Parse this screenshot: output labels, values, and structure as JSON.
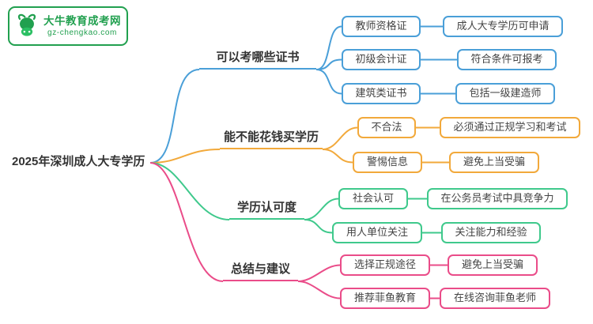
{
  "logo": {
    "title": "大牛教育成考网",
    "subtitle": "gz-chengkao.com",
    "icon": "bull-icon",
    "color": "#21a04f"
  },
  "root": {
    "label": "2025年深圳成人大专学历"
  },
  "branches": [
    {
      "label": "可以考哪些证书",
      "color": "#4a9fd8",
      "children": [
        {
          "label": "教师资格证",
          "leaf": "成人大专学历可申请"
        },
        {
          "label": "初级会计证",
          "leaf": "符合条件可报考"
        },
        {
          "label": "建筑类证书",
          "leaf": "包括一级建造师"
        }
      ]
    },
    {
      "label": "能不能花钱买学历",
      "color": "#f2a93b",
      "children": [
        {
          "label": "不合法",
          "leaf": "必须通过正规学习和考试"
        },
        {
          "label": "警惕信息",
          "leaf": "避免上当受骗"
        }
      ]
    },
    {
      "label": "学历认可度",
      "color": "#3fc98c",
      "children": [
        {
          "label": "社会认可",
          "leaf": "在公务员考试中具竞争力"
        },
        {
          "label": "用人单位关注",
          "leaf": "关注能力和经验"
        }
      ]
    },
    {
      "label": "总结与建议",
      "color": "#ea4c89",
      "children": [
        {
          "label": "选择正规途径",
          "leaf": "避免上当受骗"
        },
        {
          "label": "推荐菲鱼教育",
          "leaf": "在线咨询菲鱼老师"
        }
      ]
    }
  ]
}
